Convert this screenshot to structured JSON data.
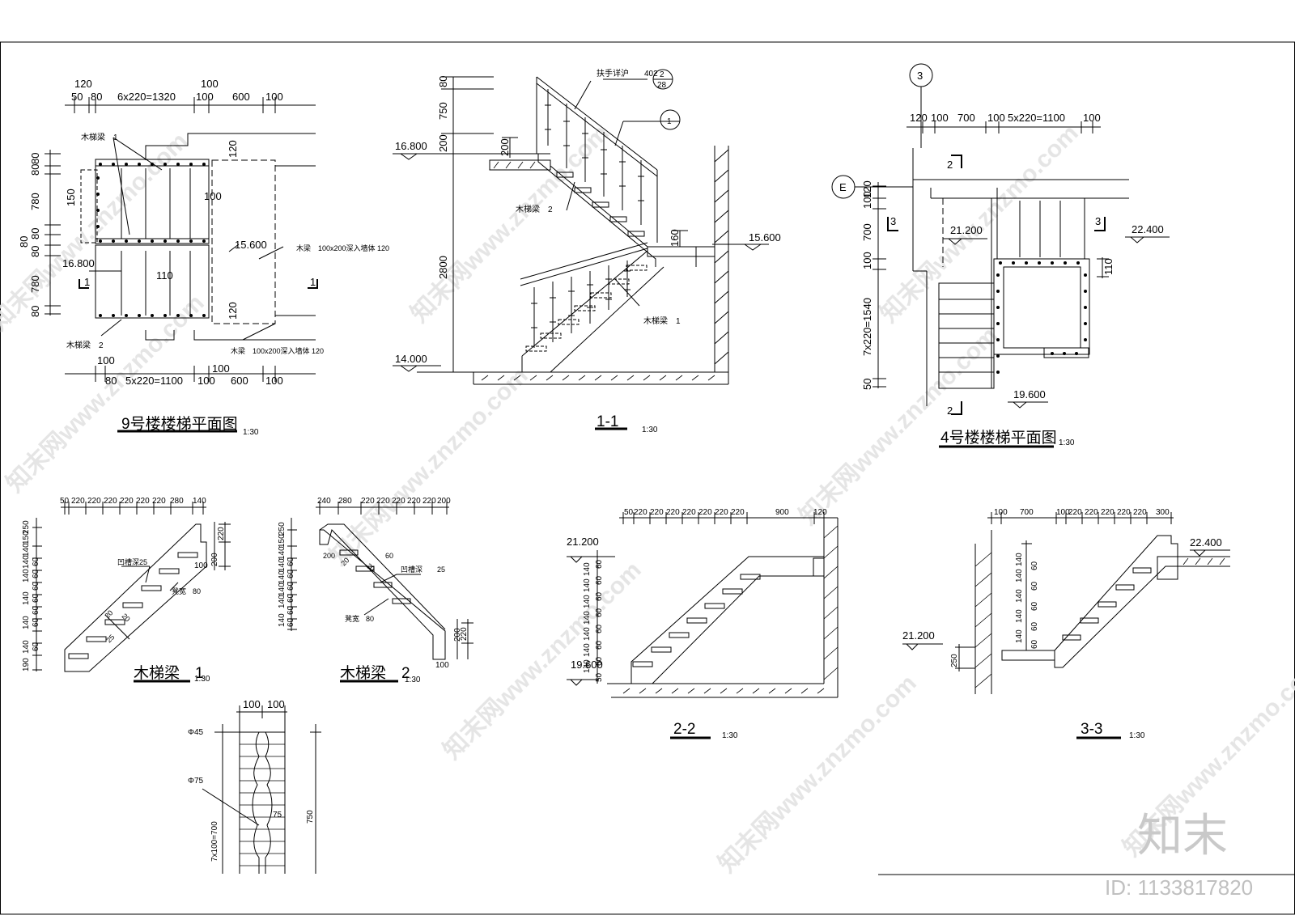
{
  "plan9": {
    "title": "9号楼楼梯平面图",
    "scale": "1:30",
    "top_dims": [
      "50",
      "80",
      "6x220=1320",
      "100",
      "600",
      "100"
    ],
    "top_dims_upper": [
      "120",
      "100"
    ],
    "bot_dims": [
      "80",
      "5x220=1100",
      "100",
      "600",
      "100"
    ],
    "bot_dims_upper": [
      "100"
    ],
    "left_dims": [
      "80",
      "80",
      "780",
      "80",
      "80",
      "780",
      "80"
    ],
    "left_dims_outer": [
      "80"
    ],
    "inner_dims": [
      "150",
      "100",
      "110",
      "120",
      "120"
    ],
    "elev_a": "16.800",
    "elev_b": "15.600",
    "beam1": "木梯梁　1",
    "beam2": "木梯梁　2",
    "wood_beam_top": "木梁　100x200深入墙体",
    "wood_beam_top_dim": "120",
    "wood_beam_bot": "木梁　100x200深入墙体",
    "wood_beam_bot_dim": "120",
    "section_mark": "1"
  },
  "sec11": {
    "title": "1-1",
    "scale": "1:30",
    "vert_dims": [
      "80",
      "750",
      "200",
      "2800"
    ],
    "dim_160": "160",
    "dim_200": "200",
    "elev_top": "16.800",
    "elev_mid": "15.600",
    "elev_bot": "14.000",
    "handrail": "扶手详沪",
    "handrail_ref": "402",
    "detail_num": "2",
    "detail_den": "28",
    "detail_circle": "1",
    "beam1": "木梯梁　1",
    "beam2": "木梯梁　2"
  },
  "plan4": {
    "title": "4号楼楼梯平面图",
    "scale": "1:30",
    "grid_3": "3",
    "grid_E": "E",
    "top_dims": [
      "120",
      "100",
      "700",
      "100",
      "5x220=1100",
      "100"
    ],
    "left_dims": [
      "120",
      "100",
      "700",
      "100",
      "7x220=1540",
      "50"
    ],
    "elev_a": "21.200",
    "elev_b": "22.400",
    "elev_c": "19.600",
    "dim_110": "110",
    "mark_2": "2",
    "mark_3": "3"
  },
  "beam1": {
    "title": "木梯梁　1",
    "scale": "1:30",
    "top_dims": [
      "50",
      "220",
      "220",
      "220",
      "220",
      "220",
      "220",
      "280",
      "140"
    ],
    "left_dims": [
      "190",
      "140",
      "140",
      "140",
      "140",
      "140",
      "140",
      "150",
      "250"
    ],
    "left_small": [
      "60",
      "60",
      "60",
      "60",
      "60",
      "60",
      "60"
    ],
    "right_dims": [
      "200",
      "220",
      "100"
    ],
    "groove": "凹槽深",
    "groove_val": "25",
    "width": "凳宽",
    "width_val": "80",
    "small": [
      "20",
      "20",
      "25"
    ]
  },
  "beam2": {
    "title": "木梯梁　2",
    "scale": "1:30",
    "top_dims": [
      "240",
      "280",
      "220",
      "220",
      "220",
      "220",
      "220",
      "200"
    ],
    "left_dims": [
      "140",
      "140",
      "140",
      "140",
      "140",
      "140",
      "150",
      "250"
    ],
    "left_small": [
      "60",
      "60",
      "60",
      "60",
      "60",
      "60"
    ],
    "right_dims": [
      "200",
      "220",
      "100"
    ],
    "groove": "凹槽深",
    "groove_val": "25",
    "width": "凳宽",
    "width_val": "80",
    "small": [
      "200",
      "20",
      "20",
      "60"
    ]
  },
  "sec22": {
    "title": "2-2",
    "scale": "1:30",
    "top_dims": [
      "50",
      "220",
      "220",
      "220",
      "220",
      "220",
      "220",
      "220",
      "900",
      "120"
    ],
    "left_dims": [
      "140",
      "140",
      "140",
      "140",
      "140",
      "140",
      "140"
    ],
    "left_small": [
      "60",
      "60",
      "60",
      "60",
      "60",
      "60",
      "60",
      "50"
    ],
    "elev_top": "21.200",
    "elev_bot": "19.600"
  },
  "sec33": {
    "title": "3-3",
    "scale": "1:30",
    "top_dims": [
      "100",
      "700",
      "100",
      "220",
      "220",
      "220",
      "220",
      "220",
      "300"
    ],
    "left_dims": [
      "140",
      "140",
      "140",
      "140",
      "140"
    ],
    "left_small": [
      "60",
      "60",
      "60",
      "60",
      "60"
    ],
    "elev_top": "22.400",
    "elev_left": "21.200",
    "dim_250": "250"
  },
  "baluster": {
    "top_dims": [
      "100",
      "100"
    ],
    "phi45": "Φ45",
    "phi75": "Φ75",
    "d75": "75",
    "left_dim": "7x100=700",
    "right_dim": "750"
  },
  "brand": {
    "logo": "知末",
    "id": "ID: 1133817820",
    "watermark": "知末网www.znzmo.com"
  },
  "colors": {
    "ink": "#000000",
    "paper": "#ffffff",
    "watermark": "#dcdcdc"
  }
}
